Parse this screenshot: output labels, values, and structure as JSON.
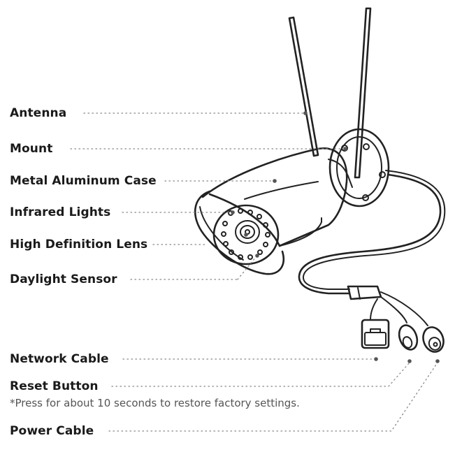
{
  "labels": {
    "antenna": "Antenna",
    "mount": "Mount",
    "case": "Metal Aluminum Case",
    "infrared": "Infrared Lights",
    "lens": "High Definition Lens",
    "daylight": "Daylight Sensor",
    "network": "Network Cable",
    "reset": "Reset Button",
    "reset_note": "*Press for about 10 seconds to restore factory settings.",
    "power": "Power Cable"
  },
  "colors": {
    "line": "#222222",
    "leader": "#888888",
    "text": "#1a1a1a",
    "note": "#555555"
  }
}
